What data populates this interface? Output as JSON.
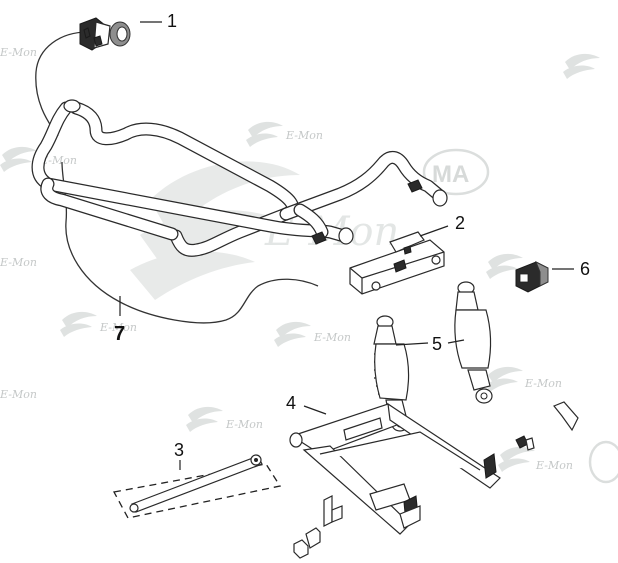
{
  "callouts": [
    {
      "id": "1",
      "label": "1"
    },
    {
      "id": "2",
      "label": "2"
    },
    {
      "id": "3",
      "label": "3"
    },
    {
      "id": "4",
      "label": "4"
    },
    {
      "id": "5",
      "label": "5"
    },
    {
      "id": "6",
      "label": "6"
    },
    {
      "id": "7",
      "label": "7"
    }
  ],
  "watermark": {
    "text": "E-Mon",
    "logo_text": "MA"
  }
}
